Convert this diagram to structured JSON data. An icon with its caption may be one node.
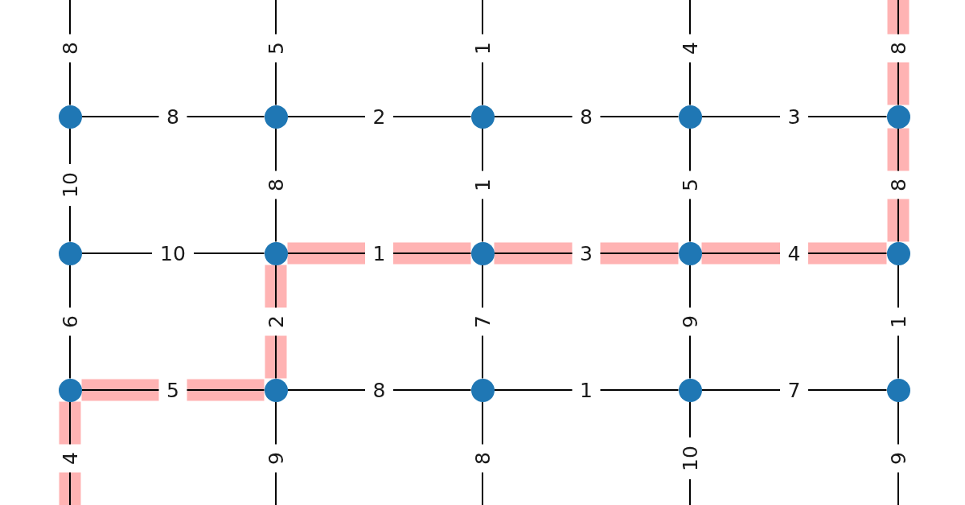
{
  "diagram": {
    "nodes": [
      {
        "text": [],
        "shape": "circle"
      },
      {
        "text": [],
        "shape": "circle"
      },
      {
        "text": [],
        "shape": "circle"
      },
      {
        "text": [],
        "shape": "circle"
      },
      {
        "text": [],
        "shape": "circle"
      },
      {
        "text": [],
        "shape": "circle"
      },
      {
        "text": [],
        "shape": "circle"
      },
      {
        "text": [],
        "shape": "circle"
      },
      {
        "text": [],
        "shape": "circle"
      },
      {
        "text": [],
        "shape": "circle"
      },
      {
        "text": [],
        "shape": "circle"
      },
      {
        "text": [],
        "shape": "circle"
      },
      {
        "text": [],
        "shape": "circle"
      },
      {
        "text": [],
        "shape": "circle"
      },
      {
        "text": [],
        "shape": "circle"
      }
    ],
    "edges": [
      {
        "from": null,
        "to": 0,
        "arrow": "none",
        "label": "8"
      },
      {
        "from": null,
        "to": 1,
        "arrow": "none",
        "label": "5"
      },
      {
        "from": null,
        "to": 2,
        "arrow": "none",
        "label": "1"
      },
      {
        "from": null,
        "to": 3,
        "arrow": "none",
        "label": "4"
      },
      {
        "from": null,
        "to": 4,
        "arrow": "none",
        "label": "8",
        "style": "thick",
        "color": "#ffb3b3"
      },
      {
        "from": 0,
        "to": 1,
        "arrow": "none",
        "label": "8"
      },
      {
        "from": 1,
        "to": 2,
        "arrow": "none",
        "label": "2"
      },
      {
        "from": 2,
        "to": 3,
        "arrow": "none",
        "label": "8"
      },
      {
        "from": 3,
        "to": 4,
        "arrow": "none",
        "label": "3"
      },
      {
        "from": 0,
        "to": 5,
        "arrow": "none",
        "label": "10"
      },
      {
        "from": 1,
        "to": 6,
        "arrow": "none",
        "label": "8"
      },
      {
        "from": 2,
        "to": 7,
        "arrow": "none",
        "label": "1"
      },
      {
        "from": 3,
        "to": 8,
        "arrow": "none",
        "label": "5"
      },
      {
        "from": 4,
        "to": 9,
        "arrow": "none",
        "label": "8",
        "style": "thick",
        "color": "#ffb3b3"
      },
      {
        "from": 5,
        "to": 6,
        "arrow": "none",
        "label": "10"
      },
      {
        "from": 6,
        "to": 7,
        "arrow": "none",
        "label": "1",
        "style": "thick",
        "color": "#ffb3b3"
      },
      {
        "from": 7,
        "to": 8,
        "arrow": "none",
        "label": "3",
        "style": "thick",
        "color": "#ffb3b3"
      },
      {
        "from": 8,
        "to": 9,
        "arrow": "none",
        "label": "4",
        "style": "thick",
        "color": "#ffb3b3"
      },
      {
        "from": 5,
        "to": 10,
        "arrow": "none",
        "label": "6"
      },
      {
        "from": 6,
        "to": 11,
        "arrow": "none",
        "label": "2",
        "style": "thick",
        "color": "#ffb3b3"
      },
      {
        "from": 7,
        "to": 12,
        "arrow": "none",
        "label": "7"
      },
      {
        "from": 8,
        "to": 13,
        "arrow": "none",
        "label": "9"
      },
      {
        "from": 9,
        "to": 14,
        "arrow": "none",
        "label": "1"
      },
      {
        "from": 10,
        "to": 11,
        "arrow": "none",
        "label": "5",
        "style": "thick",
        "color": "#ffb3b3"
      },
      {
        "from": 11,
        "to": 12,
        "arrow": "none",
        "label": "8"
      },
      {
        "from": 12,
        "to": 13,
        "arrow": "none",
        "label": "1"
      },
      {
        "from": 13,
        "to": 14,
        "arrow": "none",
        "label": "7"
      },
      {
        "from": 10,
        "to": null,
        "arrow": "none",
        "label": "4",
        "style": "thick",
        "color": "#ffb3b3"
      },
      {
        "from": 11,
        "to": null,
        "arrow": "none",
        "label": "9"
      },
      {
        "from": 12,
        "to": null,
        "arrow": "none",
        "label": "8"
      },
      {
        "from": 13,
        "to": null,
        "arrow": "none",
        "label": "10"
      },
      {
        "from": 14,
        "to": null,
        "arrow": "none",
        "label": "9"
      }
    ]
  }
}
